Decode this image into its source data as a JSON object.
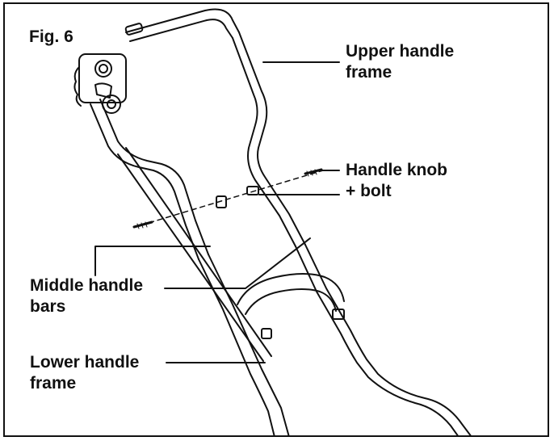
{
  "figure": {
    "title": "Fig. 6"
  },
  "labels": {
    "upper_handle_frame": [
      "Upper handle",
      "frame"
    ],
    "handle_knob_bolt": [
      "Handle knob",
      "+ bolt"
    ],
    "middle_handle_bars": [
      "Middle handle",
      "bars"
    ],
    "lower_handle_frame": [
      "Lower handle",
      "frame"
    ]
  },
  "colors": {
    "line": "#111111",
    "background": "#ffffff"
  }
}
